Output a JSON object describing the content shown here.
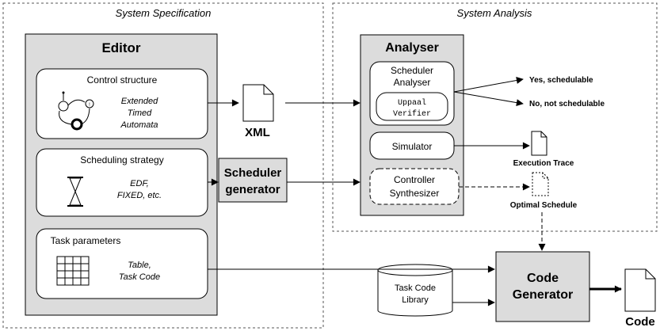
{
  "sections": {
    "spec_title": "System Specification",
    "analysis_title": "System Analysis"
  },
  "editor": {
    "title": "Editor",
    "control": {
      "title": "Control structure",
      "lines": [
        "Extended",
        "Timed",
        "Automata"
      ]
    },
    "scheduling": {
      "title": "Scheduling strategy",
      "lines": [
        "EDF,",
        "FIXED, etc."
      ]
    },
    "task": {
      "title": "Task parameters",
      "lines": [
        "Table,",
        "Task Code"
      ]
    }
  },
  "xml": {
    "label": "XML"
  },
  "scheduler_generator": {
    "lines": [
      "Scheduler",
      "generator"
    ]
  },
  "analyser": {
    "title": "Analyser",
    "scheduler_analyser": [
      "Scheduler",
      "Analyser"
    ],
    "verifier": [
      "Uppaal",
      "Verifier"
    ],
    "simulator": "Simulator",
    "synthesizer": [
      "Controller",
      "Synthesizer"
    ]
  },
  "outputs": {
    "yes": "Yes, schedulable",
    "no": "No, not schedulable",
    "trace": "Execution Trace",
    "optimal": "Optimal Schedule"
  },
  "library": {
    "lines": [
      "Task Code",
      "Library"
    ]
  },
  "code_generator": {
    "lines": [
      "Code",
      "Generator"
    ]
  },
  "code": {
    "label": "Code"
  },
  "colors": {
    "box_fill": "#dcdcdc",
    "white": "#ffffff",
    "stroke": "#000000"
  }
}
